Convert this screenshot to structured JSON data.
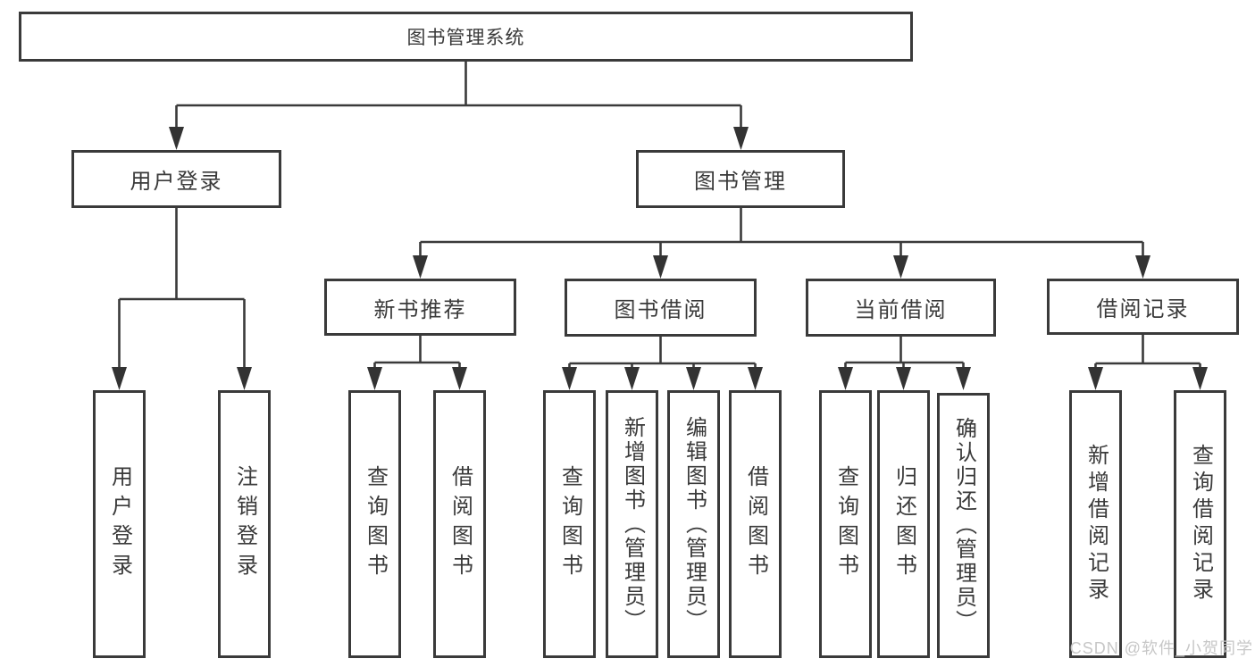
{
  "diagram": {
    "root": {
      "label": "图书管理系统"
    },
    "level2": [
      {
        "label": "用户登录"
      },
      {
        "label": "图书管理"
      }
    ],
    "level3": [
      {
        "label": "新书推荐"
      },
      {
        "label": "图书借阅"
      },
      {
        "label": "当前借阅"
      },
      {
        "label": "借阅记录"
      }
    ],
    "leaves": [
      {
        "parent": "用户登录",
        "label": "用户登录"
      },
      {
        "parent": "用户登录",
        "label": "注销登录"
      },
      {
        "parent": "新书推荐",
        "label": "查询图书"
      },
      {
        "parent": "新书推荐",
        "label": "借阅图书"
      },
      {
        "parent": "图书借阅",
        "label": "查询图书"
      },
      {
        "parent": "图书借阅",
        "label": "新增图书（管理员）"
      },
      {
        "parent": "图书借阅",
        "label": "编辑图书（管理员）"
      },
      {
        "parent": "图书借阅",
        "label": "借阅图书"
      },
      {
        "parent": "当前借阅",
        "label": "查询图书"
      },
      {
        "parent": "当前借阅",
        "label": "归还图书"
      },
      {
        "parent": "当前借阅",
        "label": "确认归还（管理员）"
      },
      {
        "parent": "借阅记录",
        "label": "新增借阅记录"
      },
      {
        "parent": "借阅记录",
        "label": "查询借阅记录"
      }
    ]
  },
  "watermark": "CSDN @软件_小贺同学",
  "colors": {
    "line": "#3a3a3a",
    "text": "#3a3a3a",
    "watermark": "#c7c7c7",
    "background": "#ffffff"
  }
}
